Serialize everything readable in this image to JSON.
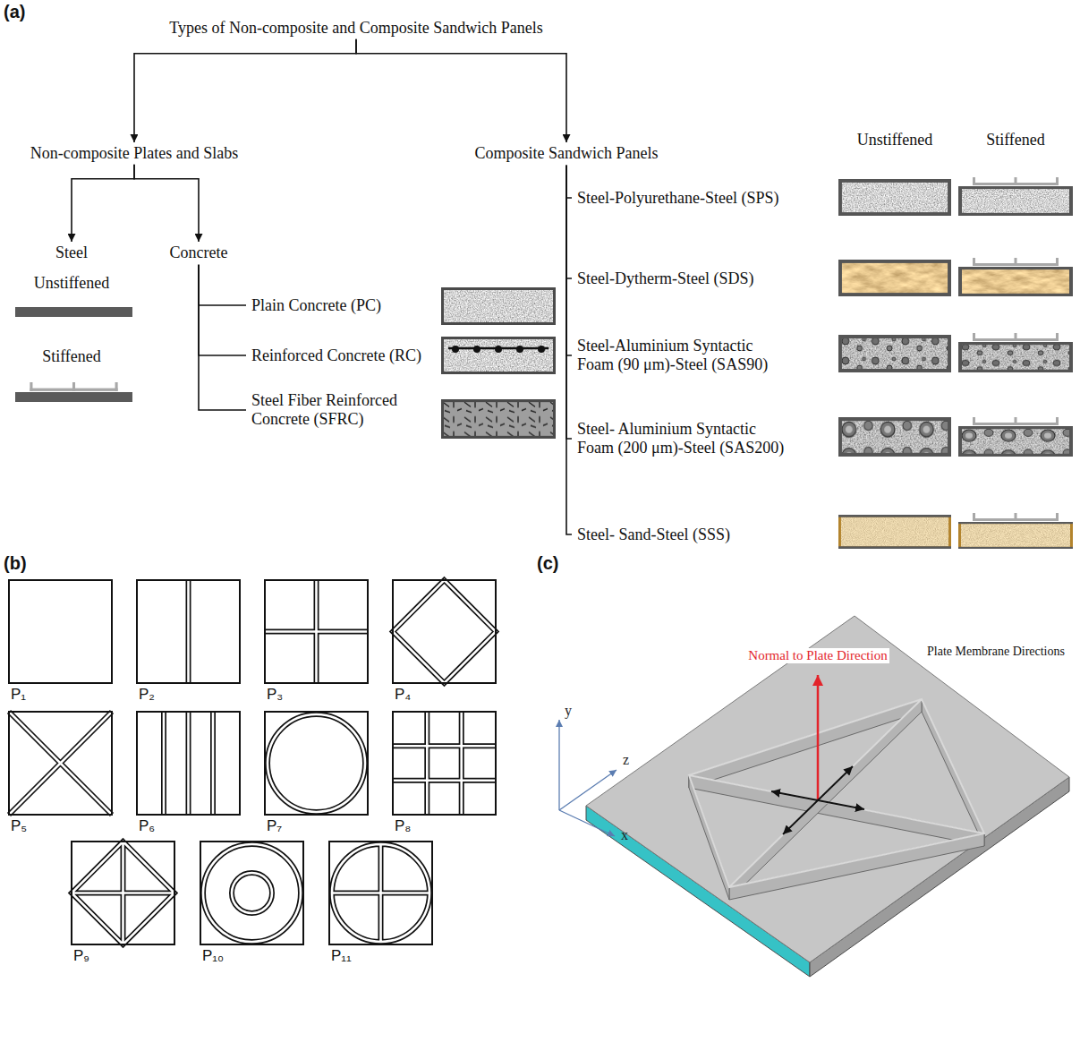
{
  "diagram": {
    "nodes": [
      {
        "text": [
          "Types of Non-composite and Composite Sandwich Panels"
        ]
      },
      {
        "text": [
          "Non-composite Plates and Slabs"
        ]
      },
      {
        "text": [
          "Composite Sandwich Panels"
        ]
      },
      {
        "text": [
          "Steel"
        ]
      },
      {
        "text": [
          "Concrete"
        ]
      },
      {
        "text": [
          "Plain Concrete (PC)"
        ]
      },
      {
        "text": [
          "Reinforced Concrete (RC)"
        ]
      },
      {
        "text": [
          "Steel Fiber Reinforced Concrete (SFRC)"
        ]
      },
      {
        "text": [
          "Steel-Polyurethane-Steel (SPS)"
        ]
      },
      {
        "text": [
          "Steel-Dytherm-Steel (SDS)"
        ]
      },
      {
        "text": [
          "Steel-Aluminium Syntactic Foam (90 μm)-Steel (SAS90)"
        ]
      },
      {
        "text": [
          "Steel- Aluminium Syntactic Foam (200 μm)-Steel (SAS200)"
        ]
      },
      {
        "text": [
          "Steel- Sand-Steel (SSS)"
        ]
      }
    ],
    "edges": [
      {
        "from": 0,
        "to": 1,
        "arrow": "to"
      },
      {
        "from": 0,
        "to": 2,
        "arrow": "to"
      },
      {
        "from": 1,
        "to": 3,
        "arrow": "to"
      },
      {
        "from": 1,
        "to": 4,
        "arrow": "to"
      },
      {
        "from": 4,
        "to": 5,
        "arrow": "none"
      },
      {
        "from": 4,
        "to": 6,
        "arrow": "none"
      },
      {
        "from": 4,
        "to": 7,
        "arrow": "none"
      },
      {
        "from": 2,
        "to": 8,
        "arrow": "none"
      },
      {
        "from": 2,
        "to": 9,
        "arrow": "none"
      },
      {
        "from": 2,
        "to": 10,
        "arrow": "none"
      },
      {
        "from": 2,
        "to": 11,
        "arrow": "none"
      },
      {
        "from": 2,
        "to": 12,
        "arrow": "none"
      }
    ],
    "labels": [
      "(a)",
      "Unstiffened",
      "Stiffened",
      "Unstiffened",
      "Stiffened",
      "(b)",
      "P₁",
      "P₂",
      "P₃",
      "P₄",
      "P₅",
      "P₆",
      "P₇",
      "P₈",
      "P₉",
      "P₁₀",
      "P₁₁",
      "(c)",
      "Normal to Plate Direction",
      "Plate Membrane Directions",
      "y",
      "z",
      "x"
    ]
  }
}
